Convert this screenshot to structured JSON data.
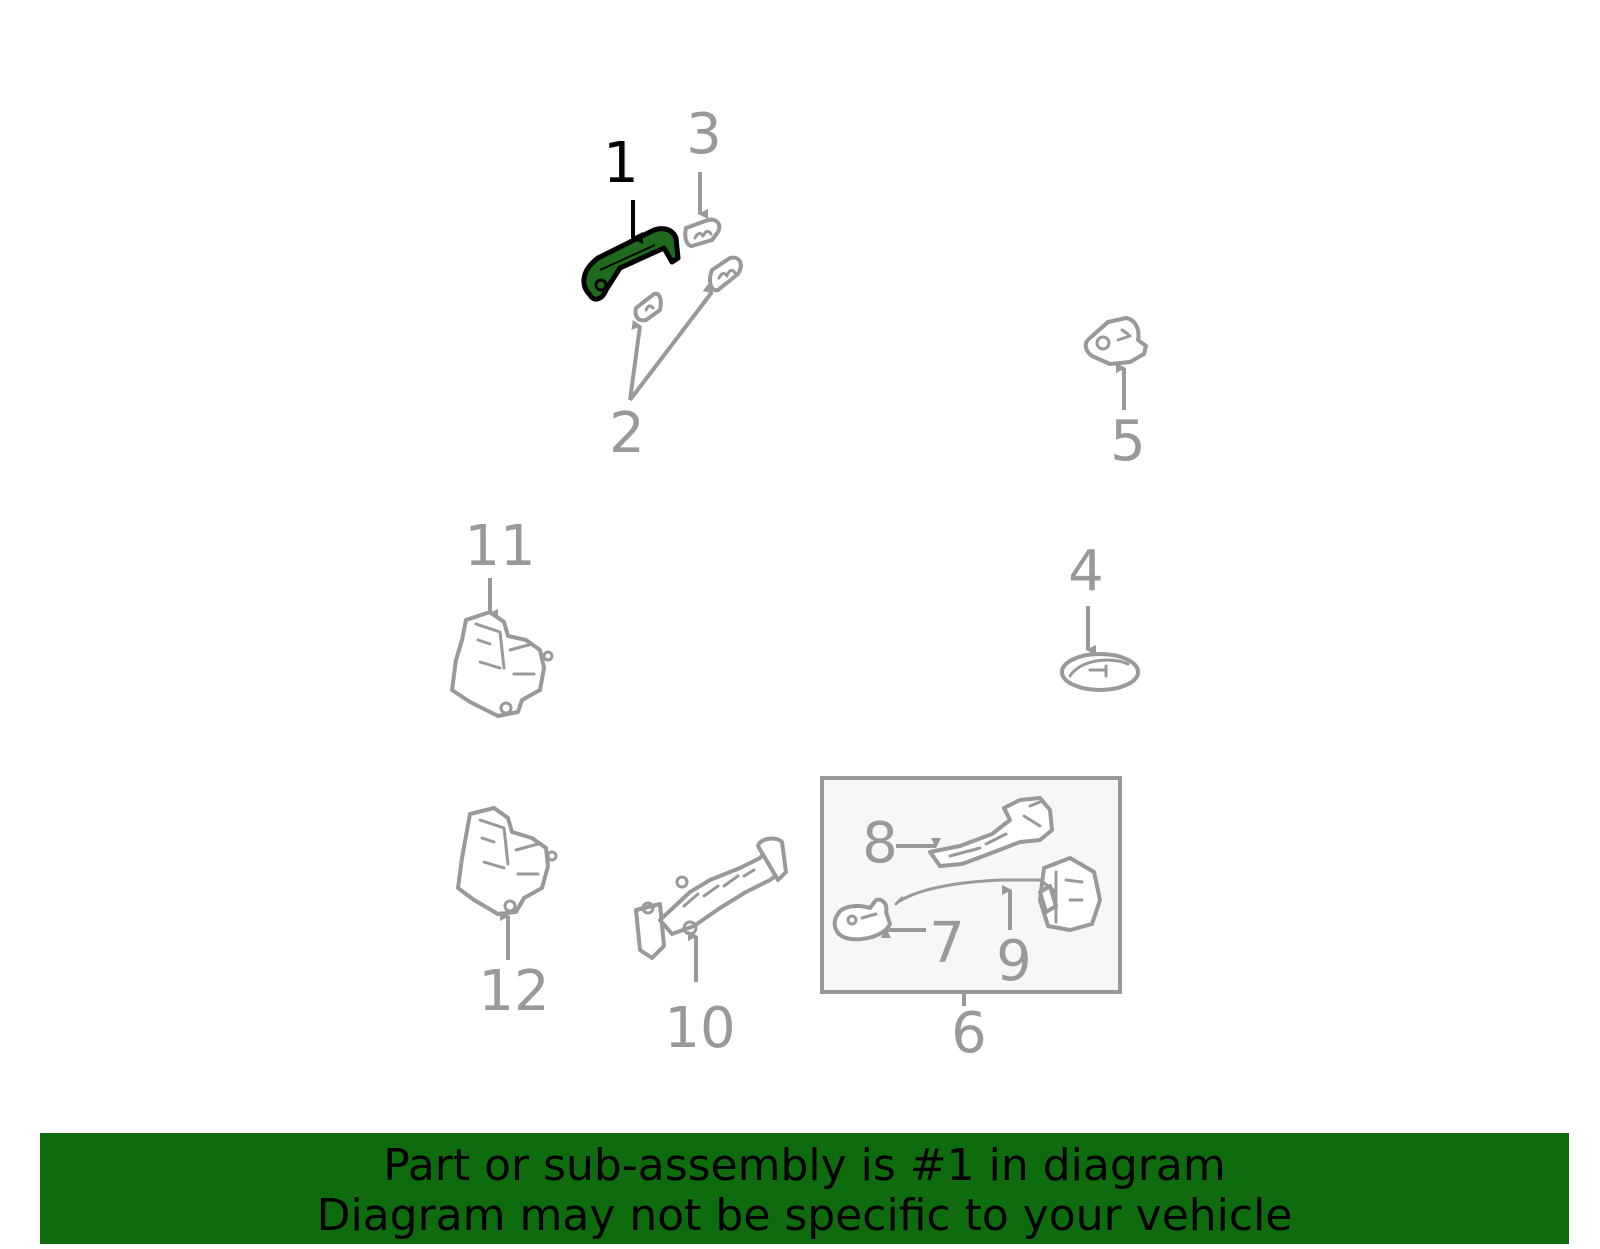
{
  "colors": {
    "highlight_fill": "#1e6b1e",
    "banner_bg": "#0e6b0e",
    "part_stroke": "#999999",
    "highlight_text": "#000000"
  },
  "callouts": {
    "c1": "1",
    "c2": "2",
    "c3": "3",
    "c4": "4",
    "c5": "5",
    "c6": "6",
    "c7": "7",
    "c8": "8",
    "c9": "9",
    "c10": "10",
    "c11": "11",
    "c12": "12"
  },
  "highlighted_part": "1",
  "banner": {
    "line1": "Part or sub-assembly is #1 in diagram",
    "line2": "Diagram may not be specific to your vehicle"
  }
}
